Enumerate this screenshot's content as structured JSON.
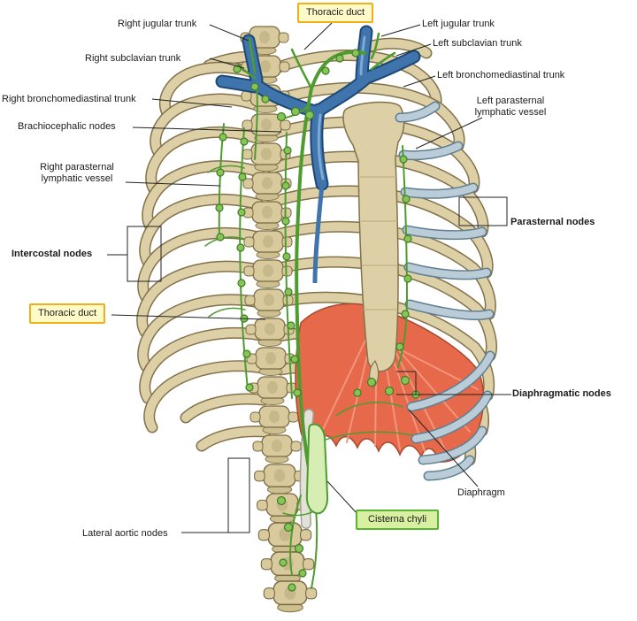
{
  "labels": {
    "thoracic_duct_top": "Thoracic duct",
    "right_jugular_trunk": "Right jugular trunk",
    "left_jugular_trunk": "Left jugular trunk",
    "right_subclavian_trunk": "Right subclavian trunk",
    "left_subclavian_trunk": "Left subclavian trunk",
    "right_bronchomediastinal_trunk": "Right bronchomediastinal trunk",
    "left_bronchomediastinal_trunk": "Left bronchomediastinal trunk",
    "brachiocephalic_nodes": "Brachiocephalic nodes",
    "left_parasternal_lymphatic_vessel": "Left parasternal\nlymphatic vessel",
    "right_parasternal_lymphatic_vessel": "Right parasternal\nlymphatic vessel",
    "parasternal_nodes": "Parasternal nodes",
    "intercostal_nodes": "Intercostal nodes",
    "thoracic_duct_left": "Thoracic duct",
    "diaphragmatic_nodes": "Diaphragmatic nodes",
    "diaphragm": "Diaphragm",
    "cisterna_chyli": "Cisterna chyli",
    "lateral_aortic_nodes": "Lateral aortic nodes"
  },
  "colors": {
    "bone": "#ddd0a6",
    "bone_outline": "#83714a",
    "cartilage": "#b9ccd8",
    "cartilage_outline": "#5f7f91",
    "vein": "#3f74ad",
    "vein_dark": "#1d4976",
    "lymph_green": "#4e9c30",
    "node_green": "#86c455",
    "diaphragm_red": "#e5694a",
    "diaphragm_outline": "#a84a2e",
    "yellow_box_bg": "#fffbc8",
    "yellow_box_border": "#f0b01c",
    "green_box_bg": "#d9f0a2",
    "green_box_border": "#58b531"
  }
}
